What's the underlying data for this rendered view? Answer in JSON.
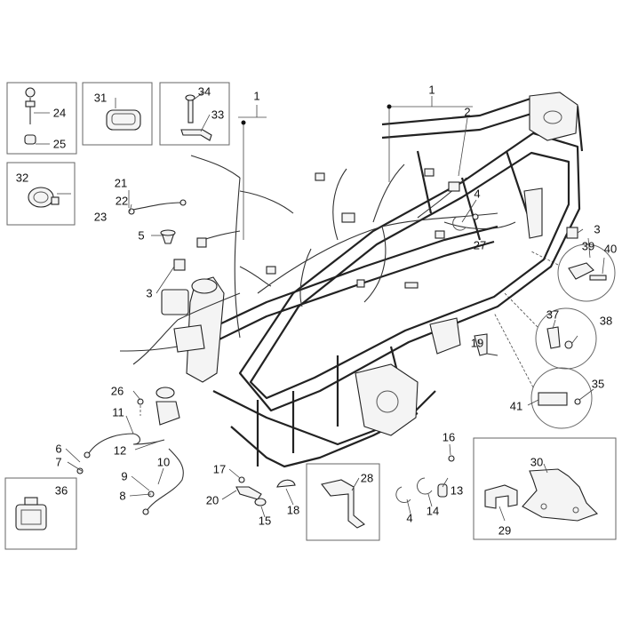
{
  "labels": {
    "l1a": "1",
    "l1b": "1",
    "l2": "2",
    "l3a": "3",
    "l3b": "3",
    "l4a": "4",
    "l4b": "4",
    "l5": "5",
    "l6": "6",
    "l7": "7",
    "l8": "8",
    "l9": "9",
    "l10": "10",
    "l11": "11",
    "l12": "12",
    "l13": "13",
    "l14": "14",
    "l15": "15",
    "l16": "16",
    "l17": "17",
    "l18": "18",
    "l19": "19",
    "l20": "20",
    "l21": "21",
    "l22": "22",
    "l23": "23",
    "l24": "24",
    "l25": "25",
    "l26": "26",
    "l27": "27",
    "l28": "28",
    "l29": "29",
    "l30": "30",
    "l31": "31",
    "l32": "32",
    "l33": "33",
    "l34": "34",
    "l35": "35",
    "l36": "36",
    "l37": "37",
    "l38": "38",
    "l39": "39",
    "l40": "40",
    "l41": "41"
  }
}
